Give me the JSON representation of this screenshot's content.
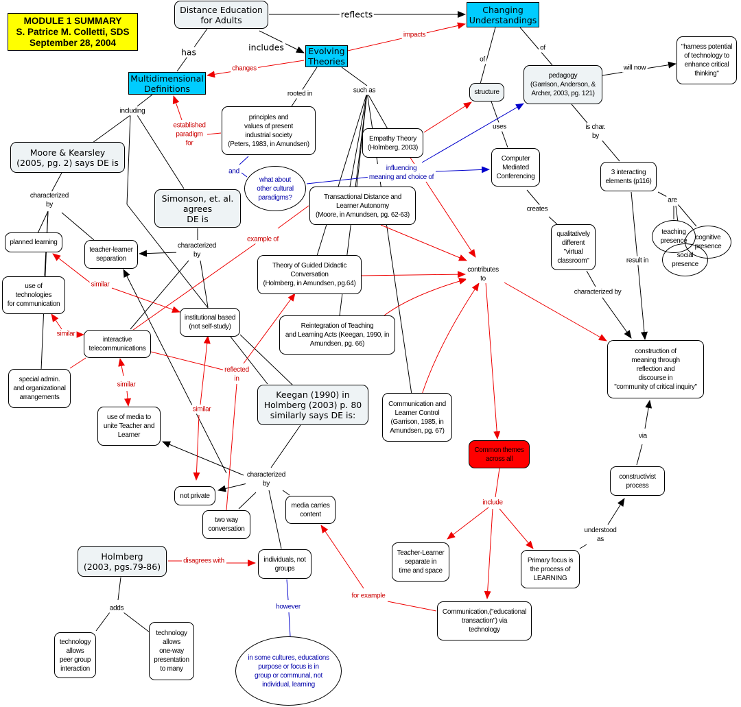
{
  "title_box": {
    "lines": "MODULE 1 SUMMARY\nS. Patrice M. Colletti, SDS\nSeptember 28, 2004"
  },
  "colors": {
    "concept_fill_cyan": "#00ccff",
    "title_fill": "#ffff00",
    "highlight_fill": "#ff0000",
    "gray_fill": "#eef3f5",
    "red_link": "#ee0000",
    "blue_link": "#0000cc",
    "black_link": "#000000"
  },
  "nodes": {
    "de_adults": "Distance Education\nfor Adults",
    "changing": "Changing\nUnderstandings",
    "evolving": "Evolving\nTheories",
    "multidim": "Multidimensional\nDefinitions",
    "harness": "\"harness potential\nof technology to\nenhance critical\nthinking\"",
    "pedagogy": "pedagogy\n(Garrison, Anderson, &\nArcher, 2003, pg. 121)",
    "structure": "structure",
    "principles": "principles and\nvalues of present\nindustrial society\n(Peters, 1983, in Amundsen)",
    "empathy": "Empathy Theory\n(Holmberg, 2003)",
    "moore": "Moore & Kearsley\n(2005, pg. 2) says DE is",
    "other_cultural": "what about\nother cultural\nparadigms?",
    "cmc": "Computer\nMediated\nConferencing",
    "three_elements": "3 interacting\nelements (p116)",
    "simonson": "Simonson, et. al.\nagrees\nDE is",
    "transactional": "Transactional Distance and\nLearner Autonomy\n(Moore, in Amundsen, pg. 62-63)",
    "planned": "planned learning",
    "teacher_learner_sep": "teacher-learner\nseparation",
    "qualitatively": "qualitatively\ndifferent\n\"virtual\nclassroom\"",
    "teaching_presence": "teaching\npresence",
    "cognitive_presence": "cognitive\npresence",
    "social_presence": "social\npresence",
    "use_tech": "use of\ntechnologies\nfor communication",
    "guided_didactic": "Theory of Guided Didactic\nConversation\n(Holmberg, in Amundsen, pg.64)",
    "institutional": "institutional based\n(not self-study)",
    "interactive": "interactive\ntelecommunications",
    "reintegration": "Reintegration of Teaching\nand Learning Acts (Keegan, 1990, in\nAmundsen, pg. 66)",
    "construction": "construction of\nmeaning through\nreflection and\ndiscourse in\n\"community of critical inquiry\"",
    "special_admin": "special admin.\nand organizational\narrangements",
    "keegan": "Keegan (1990) in\nHolmberg (2003) p. 80\nsimilarly says DE is:",
    "comm_learner_control": "Communication and\nLearner Control\n(Garrison, 1985, in\nAmundsen, pg. 67)",
    "use_media": "use of media to\nunite Teacher and\nLearner",
    "common_themes": "Common themes\nacross all",
    "constructivist": "constructivist\nprocess",
    "not_private": "not private",
    "two_way": "two way\nconversation",
    "media_carries": "media carries\ncontent",
    "holmberg": "Holmberg\n(2003, pgs.79-86)",
    "individuals": "individuals, not\ngroups",
    "tl_separate": "Teacher-Learner\nseparate in\ntime and space",
    "primary_focus": "Primary focus is\nthe process of\nLEARNING",
    "communication_edu": "Communication,(\"educational\ntransaction\")  via\ntechnology",
    "peer_group": "technology\nallows\npeer group\ninteraction",
    "one_way": "technology\nallows\none-way\npresentation\nto many",
    "some_cultures": "in some cultures, educations\npurpose or focus is in\ngroup or communal, not\nindividual, learning"
  },
  "link_labels": {
    "reflects": "reflects",
    "has": "has",
    "includes": "includes",
    "impacts": "impacts",
    "changes": "changes",
    "of_left": "of",
    "of_right": "of",
    "will_now": "will now",
    "rooted_in": "rooted in",
    "such_as": "such as",
    "including": "including",
    "established": "established\nparadigm\nfor",
    "uses": "uses",
    "is_char_by": "is char.\nby",
    "and": "and",
    "influencing": "influencing\nmeaning and choice of",
    "moore_char": "characterized\nby",
    "simonson_char": "characterized\nby",
    "are": "are",
    "creates": "creates",
    "example_of": "example of",
    "similar_1": "similar",
    "similar_2": "similar",
    "similar_3": "similar",
    "similar_4": "similar",
    "contributes_to": "contributes\nto",
    "result_in": "result in",
    "characterized_by_cv": "characterized by",
    "reflected_in": "reflected\nin",
    "keegan_char": "characterized\nby",
    "via": "via",
    "include": "include",
    "understood_as": "understood\nas",
    "disagrees_with": "disagrees with",
    "for_example": "for example",
    "however": "however",
    "adds": "adds"
  }
}
